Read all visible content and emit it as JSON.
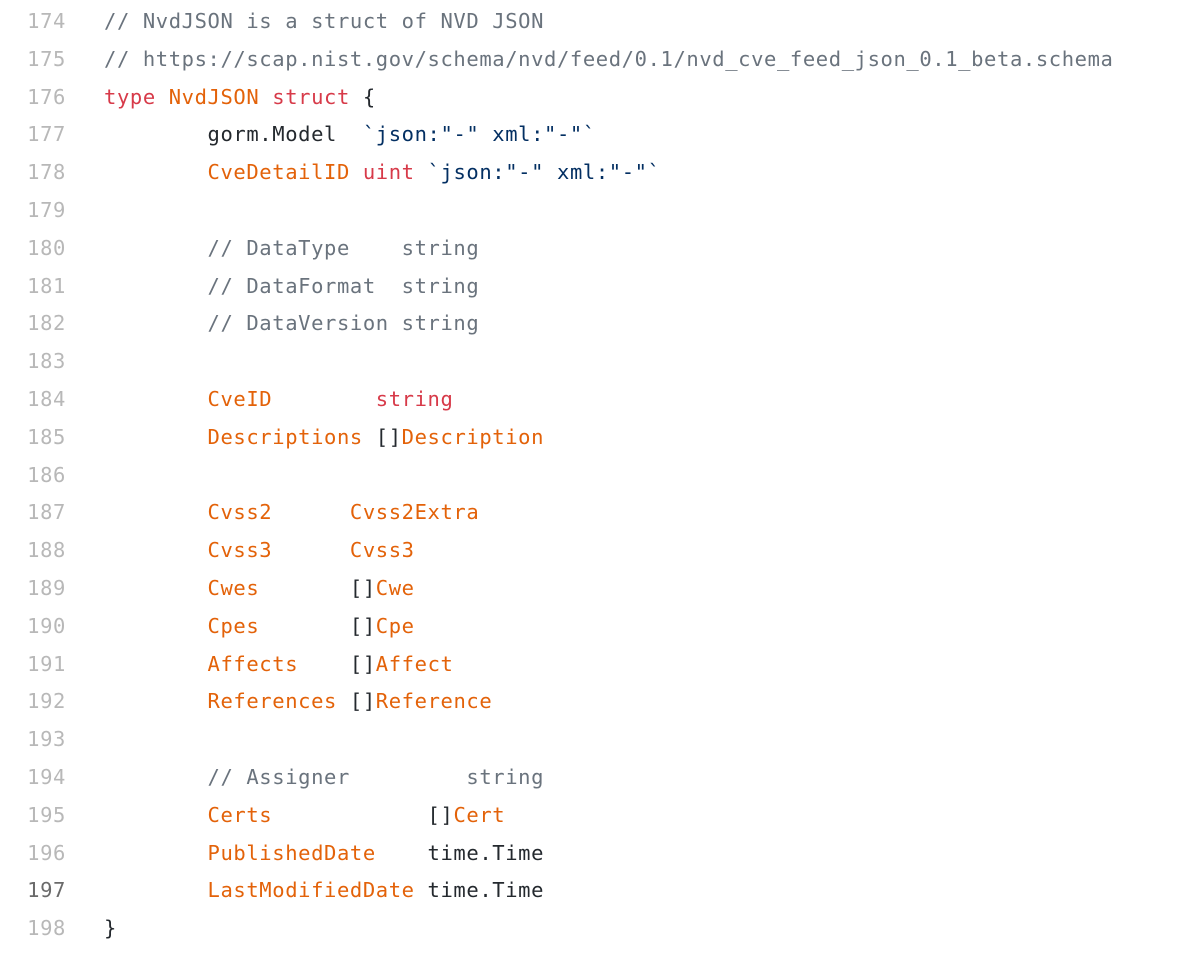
{
  "colors": {
    "keyword": "#d73a49",
    "type_or_field": "#e36209",
    "comment": "#6a737d",
    "string": "#032f62",
    "plain": "#24292e",
    "line_number": "#b8b8b8",
    "line_number_active": "#6a6a6a"
  },
  "active_line": 197,
  "lines": [
    {
      "n": "174",
      "tokens": [
        {
          "c": "c",
          "v": "// NvdJSON is a struct of NVD JSON"
        }
      ]
    },
    {
      "n": "175",
      "tokens": [
        {
          "c": "c",
          "v": "// https://scap.nist.gov/schema/nvd/feed/0.1/nvd_cve_feed_json_0.1_beta.schema"
        }
      ]
    },
    {
      "n": "176",
      "tokens": [
        {
          "c": "k",
          "v": "type "
        },
        {
          "c": "t",
          "v": "NvdJSON"
        },
        {
          "c": "k",
          "v": " struct"
        },
        {
          "c": "p",
          "v": " {"
        }
      ]
    },
    {
      "n": "177",
      "tokens": [
        {
          "c": "p",
          "v": "        gorm.Model  "
        },
        {
          "c": "s",
          "v": "`json:\"-\" xml:\"-\"`"
        }
      ]
    },
    {
      "n": "178",
      "tokens": [
        {
          "c": "t",
          "v": "        CveDetailID"
        },
        {
          "c": "k",
          "v": " uint"
        },
        {
          "c": "p",
          "v": " "
        },
        {
          "c": "s",
          "v": "`json:\"-\" xml:\"-\"`"
        }
      ]
    },
    {
      "n": "179",
      "tokens": []
    },
    {
      "n": "180",
      "tokens": [
        {
          "c": "c",
          "v": "        // DataType    string"
        }
      ]
    },
    {
      "n": "181",
      "tokens": [
        {
          "c": "c",
          "v": "        // DataFormat  string"
        }
      ]
    },
    {
      "n": "182",
      "tokens": [
        {
          "c": "c",
          "v": "        // DataVersion string"
        }
      ]
    },
    {
      "n": "183",
      "tokens": []
    },
    {
      "n": "184",
      "tokens": [
        {
          "c": "t",
          "v": "        CveID       "
        },
        {
          "c": "k",
          "v": " string"
        }
      ]
    },
    {
      "n": "185",
      "tokens": [
        {
          "c": "t",
          "v": "        Descriptions"
        },
        {
          "c": "p",
          "v": " []"
        },
        {
          "c": "t",
          "v": "Description"
        }
      ]
    },
    {
      "n": "186",
      "tokens": []
    },
    {
      "n": "187",
      "tokens": [
        {
          "c": "t",
          "v": "        Cvss2      Cvss2Extra"
        }
      ]
    },
    {
      "n": "188",
      "tokens": [
        {
          "c": "t",
          "v": "        Cvss3      Cvss3"
        }
      ]
    },
    {
      "n": "189",
      "tokens": [
        {
          "c": "t",
          "v": "        Cwes      "
        },
        {
          "c": "p",
          "v": " []"
        },
        {
          "c": "t",
          "v": "Cwe"
        }
      ]
    },
    {
      "n": "190",
      "tokens": [
        {
          "c": "t",
          "v": "        Cpes      "
        },
        {
          "c": "p",
          "v": " []"
        },
        {
          "c": "t",
          "v": "Cpe"
        }
      ]
    },
    {
      "n": "191",
      "tokens": [
        {
          "c": "t",
          "v": "        Affects   "
        },
        {
          "c": "p",
          "v": " []"
        },
        {
          "c": "t",
          "v": "Affect"
        }
      ]
    },
    {
      "n": "192",
      "tokens": [
        {
          "c": "t",
          "v": "        References"
        },
        {
          "c": "p",
          "v": " []"
        },
        {
          "c": "t",
          "v": "Reference"
        }
      ]
    },
    {
      "n": "193",
      "tokens": []
    },
    {
      "n": "194",
      "tokens": [
        {
          "c": "c",
          "v": "        // Assigner         string"
        }
      ]
    },
    {
      "n": "195",
      "tokens": [
        {
          "c": "t",
          "v": "        Certs           "
        },
        {
          "c": "p",
          "v": " []"
        },
        {
          "c": "t",
          "v": "Cert"
        }
      ]
    },
    {
      "n": "196",
      "tokens": [
        {
          "c": "t",
          "v": "        PublishedDate   "
        },
        {
          "c": "p",
          "v": " time.Time"
        }
      ]
    },
    {
      "n": "197",
      "tokens": [
        {
          "c": "t",
          "v": "        LastModifiedDate"
        },
        {
          "c": "p",
          "v": " time.Time"
        }
      ]
    },
    {
      "n": "198",
      "tokens": [
        {
          "c": "p",
          "v": "}"
        }
      ]
    }
  ]
}
